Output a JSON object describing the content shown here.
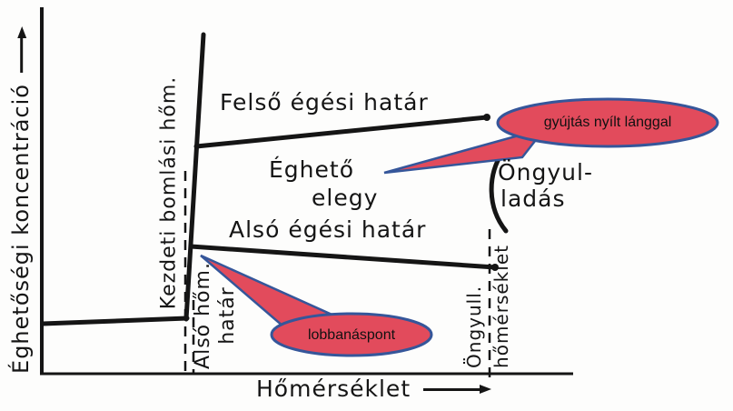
{
  "diagram": {
    "y_axis_label": "Éghetőségi koncentráció",
    "x_axis_label": "Hőmérséklet",
    "upper_limit_label": "Felső égési határ",
    "flammable_mixture": {
      "line1": "Éghető",
      "line2": "elegy"
    },
    "lower_limit_label": "Alsó égési határ",
    "self_ignition": {
      "line1": "Öngyul-",
      "line2": "ladás"
    },
    "initial_decomposition_label": "Kezdeti bomlási hőm.",
    "lower_temp_limit": {
      "line1": "Alsó hőm.",
      "line2": "határ"
    },
    "autoignition_temp": {
      "line1": "Öngyull.",
      "line2": "hőmérséklet"
    }
  },
  "callouts": {
    "open_flame_label": "gyújtás nyílt lánggal",
    "flash_point_label": "lobbanáspont"
  },
  "colors": {
    "ink": "#151515",
    "callout_fill": "#e24b5c",
    "callout_stroke": "#35569a",
    "paper": "#fdfdfc"
  }
}
